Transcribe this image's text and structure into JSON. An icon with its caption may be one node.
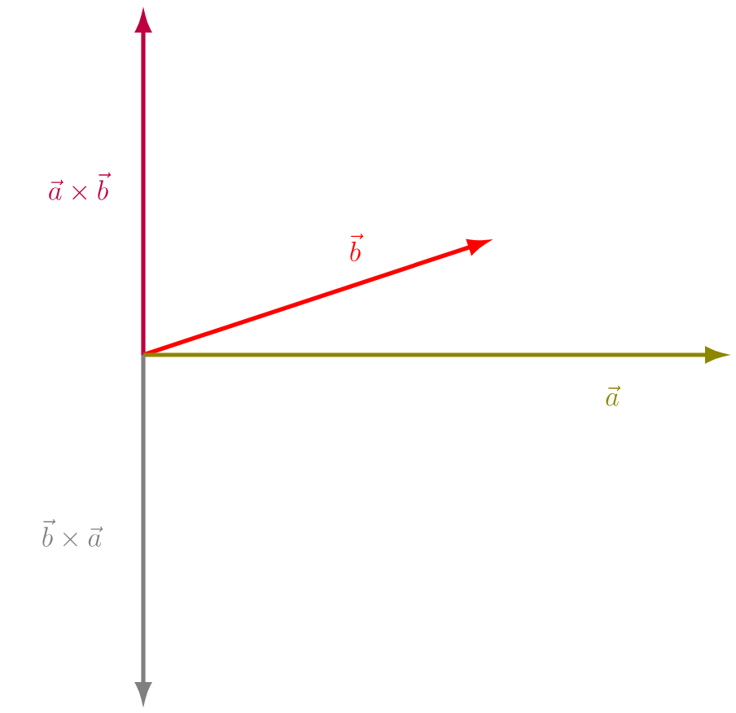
{
  "diagram": {
    "labels": [
      "\\vec{a} \\times \\vec{b}",
      "\\vec{b}",
      "\\vec{a}",
      "\\vec{b} \\times \\vec{a}"
    ]
  }
}
